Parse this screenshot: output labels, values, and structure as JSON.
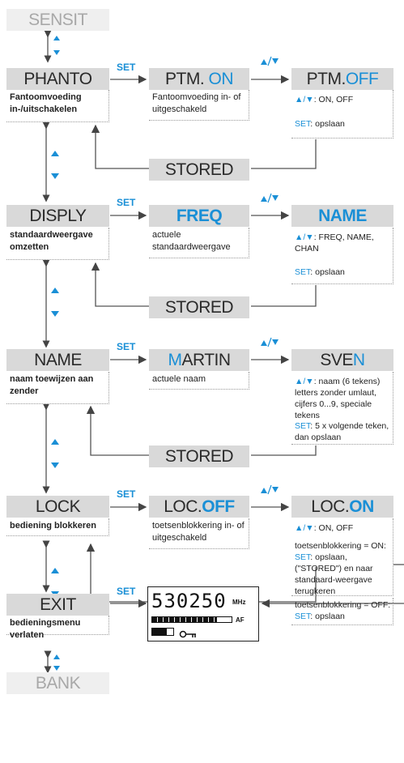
{
  "menu": {
    "sensit": "SENSIT",
    "bank": "BANK",
    "set_label": "SET",
    "stored_label": "STORED",
    "phanto": {
      "title": "PHANTO",
      "desc": "Fantoomvoeding in-/uitschakelen",
      "value1_prefix": "PTM. ",
      "value1_suffix": "ON",
      "value1_desc": "Fantoomvoeding in- of uitgeschakeld",
      "value2_prefix": "PTM.",
      "value2_suffix": "OFF",
      "info_keys": "▲/▼",
      "info_keys_text": ": ON, OFF",
      "info_set": "SET",
      "info_set_text": ": opslaan"
    },
    "disply": {
      "title": "DISPLY",
      "desc": "standaardweergave omzetten",
      "value1": "FREQ",
      "value1_desc": "actuele standaardweergave",
      "value2": "NAME",
      "info_keys": "▲/▼",
      "info_keys_text": ": FREQ, NAME, CHAN",
      "info_set": "SET",
      "info_set_text": ": opslaan"
    },
    "name": {
      "title": "NAME",
      "desc": "naam toewijzen aan zender",
      "value1_first": "M",
      "value1_rest": "ARTIN",
      "value1_desc": "actuele naam",
      "value2_rest": "SVE",
      "value2_last": "N",
      "info_keys": "▲/▼",
      "info_keys_text": ": naam  (6 tekens) letters zonder umlaut, cijfers 0...9, speciale tekens",
      "info_set": "SET",
      "info_set_text": ": 5 x volgende teken, dan opslaan"
    },
    "lock": {
      "title": "LOCK",
      "desc": "bediening blokkeren",
      "value1_prefix": "LOC.",
      "value1_suffix": "OFF",
      "value1_desc": "toetsenblokkering in- of uitgeschakeld",
      "value2_prefix": "LOC.",
      "value2_suffix": "ON",
      "info_keys": "▲/▼",
      "info_keys_text": ": ON, OFF",
      "on_heading": "toetsenblokkering = ON:",
      "on_set": "SET",
      "on_text": ": opslaan, (\"STORED\") en naar standaard-weergave terugkeren",
      "off_heading": "toetsenblokkering = OFF:",
      "off_set": "SET",
      "off_text": ": opslaan"
    },
    "exit": {
      "title": "EXIT",
      "desc": "bedieningsmenu verlaten"
    },
    "display": {
      "freq": "530250",
      "mhz": "MHz",
      "af": "AF"
    }
  },
  "colors": {
    "accent": "#1a8fd6",
    "box": "#d9d9d9",
    "box_light": "#efefef",
    "line": "#555555"
  }
}
